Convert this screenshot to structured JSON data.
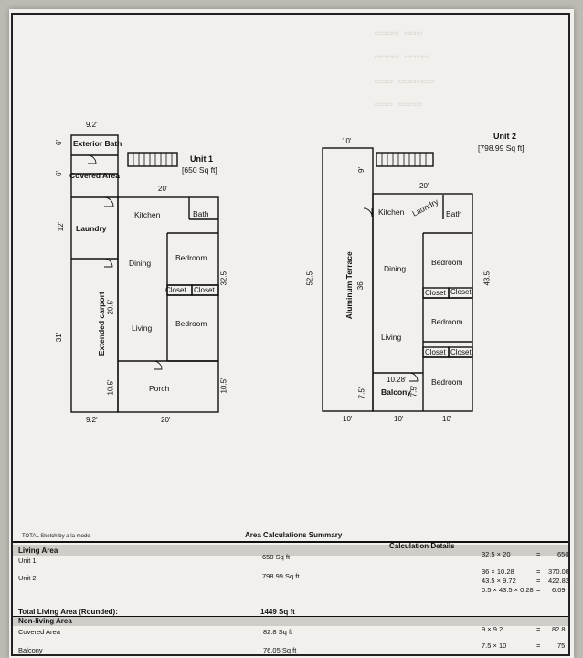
{
  "unit1": {
    "title": "Unit 1",
    "area": "[650 Sq ft]",
    "rooms": {
      "exterior_bath": "Exterior Bath",
      "covered_area": "Covered Area",
      "laundry": "Laundry",
      "kitchen": "Kitchen",
      "bath": "Bath",
      "dining": "Dining",
      "bedroom1": "Bedroom",
      "closet1": "Closet",
      "closet2": "Closet",
      "living": "Living",
      "bedroom2": "Bedroom",
      "carport": "Extended carport",
      "porch": "Porch"
    },
    "dims": {
      "top": "9.2'",
      "bottom_left": "9.2'",
      "bottom_right": "20'",
      "kitchen_top": "20'",
      "laundry_left": "12'",
      "left_long": "31'",
      "right_long": "32.5'",
      "mid_a": "20.5'",
      "mid_b": "10.5'",
      "right_b": "10.5'",
      "ext_a": "6'",
      "ext_b": "6'"
    }
  },
  "unit2": {
    "title": "Unit 2",
    "area": "[798.99 Sq ft]",
    "rooms": {
      "terrace": "Aluminum Terrace",
      "kitchen": "Kitchen",
      "laundry": "Laundry",
      "bath": "Bath",
      "dining": "Dining",
      "bedroom1": "Bedroom",
      "closet1": "Closet",
      "closet2": "Closet",
      "bedroom2": "Bedroom",
      "living": "Living",
      "closet3": "Closet",
      "closet4": "Closet",
      "balcony": "Balcony",
      "bedroom3": "Bedroom"
    },
    "dims": {
      "top_left": "10'",
      "top_mid": "20'",
      "left": "52.5'",
      "mid": "36'",
      "right": "43.5'",
      "upper": "9'",
      "bottom_l": "10'",
      "bottom_m": "10'",
      "bottom_r": "10'",
      "lower_l": "7.5'",
      "balcony_w": "10.28'",
      "balcony_h": "7.5'"
    }
  },
  "summary": {
    "credit": "TOTAL Sketch by a la mode",
    "title": "Area Calculations Summary",
    "living_header": "Living Area",
    "calc_header": "Calculation Details",
    "rows": [
      {
        "label": "Unit 1",
        "value": "650 Sq ft"
      },
      {
        "label": "Unit 2",
        "value": "798.99 Sq ft"
      }
    ],
    "calcs": [
      {
        "expr": "32.5 × 20",
        "eq": "=",
        "result": "650"
      },
      {
        "expr": "36 × 10.28",
        "eq": "=",
        "result": "370.08"
      },
      {
        "expr": "43.5 × 9.72",
        "eq": "=",
        "result": "422.82"
      },
      {
        "expr": "0.5 × 43.5 × 0.28",
        "eq": "=",
        "result": "6.09"
      }
    ],
    "total_label": "Total Living Area (Rounded):",
    "total_value": "1449 Sq ft",
    "nonliving_header": "Non-living Area",
    "nonliving": [
      {
        "label": "Covered Area",
        "value": "82.8 Sq ft",
        "expr": "9 × 9.2",
        "eq": "=",
        "result": "82.8"
      },
      {
        "label": "Balcony",
        "value": "76.05 Sq ft",
        "expr": "7.5 × 10",
        "eq": "=",
        "result": "75"
      }
    ]
  }
}
